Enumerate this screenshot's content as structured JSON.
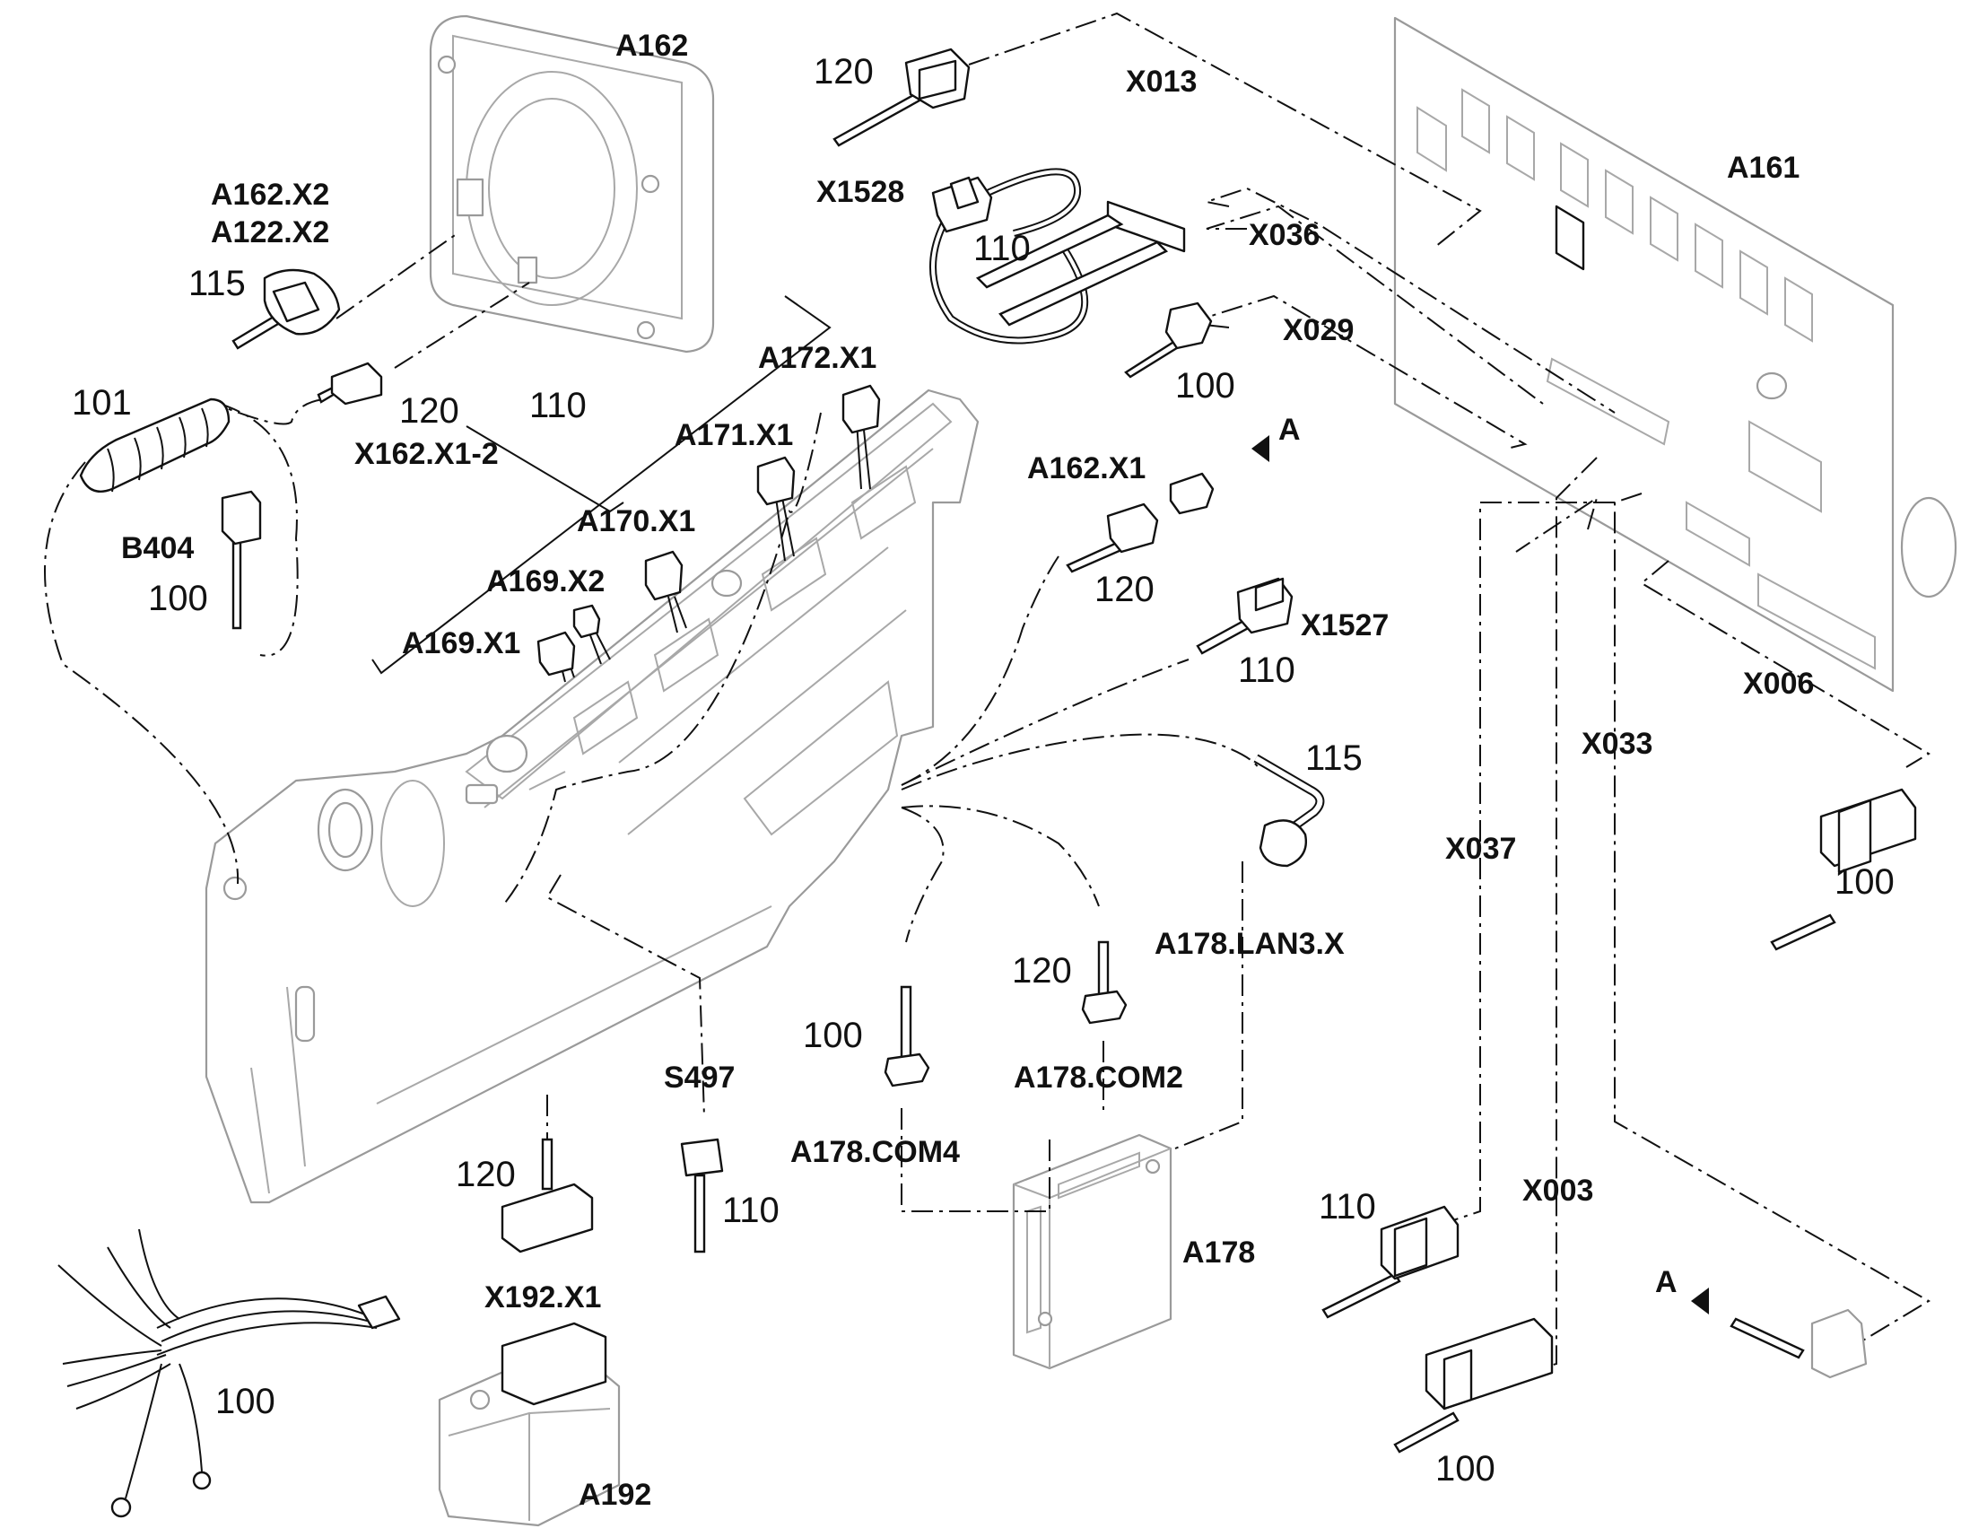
{
  "labels": {
    "A162": "A162",
    "A161": "A161",
    "A162_X2": "A162.X2",
    "A122_X2": "A122.X2",
    "X162_X1_2": "X162.X1-2",
    "B404": "B404",
    "A172_X1": "A172.X1",
    "A171_X1": "A171.X1",
    "A170_X1": "A170.X1",
    "A169_X2": "A169.X2",
    "A169_X1": "A169.X1",
    "X013": "X013",
    "X1528": "X1528",
    "X036": "X036",
    "X029": "X029",
    "A162_X1": "A162.X1",
    "A_top": "A",
    "X1527": "X1527",
    "X006": "X006",
    "X033": "X033",
    "X037": "X037",
    "A178_LAN3_X": "A178.LAN3.X",
    "S497": "S497",
    "A178_COM2": "A178.COM2",
    "A178_COM4": "A178.COM4",
    "A178": "A178",
    "X192_X1": "X192.X1",
    "A192": "A192",
    "X003": "X003",
    "A_bottom": "A"
  },
  "numbers": {
    "n120_top": "120",
    "n115_left": "115",
    "n101": "101",
    "n120_x162": "120",
    "n110_panel": "110",
    "n100_b404": "100",
    "n110_x1528": "110",
    "n100_x029": "100",
    "n120_a162x1": "120",
    "n110_x1527": "110",
    "n115_lan": "115",
    "n100_x006": "100",
    "n120_com2": "120",
    "n100_com4": "100",
    "n110_s497": "110",
    "n120_x192": "120",
    "n100_harness": "100",
    "n110_x037": "110",
    "n100_x003": "100"
  }
}
